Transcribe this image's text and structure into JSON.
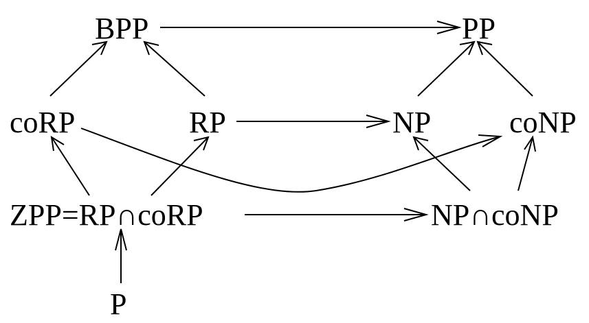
{
  "nodes": {
    "bpp": "BPP",
    "pp": "PP",
    "corp": "coRP",
    "rp": "RP",
    "np": "NP",
    "conp": "coNP",
    "zpp": "ZPP=RP∩coRP",
    "np_and_conp": "NP∩coNP",
    "p": "P"
  }
}
